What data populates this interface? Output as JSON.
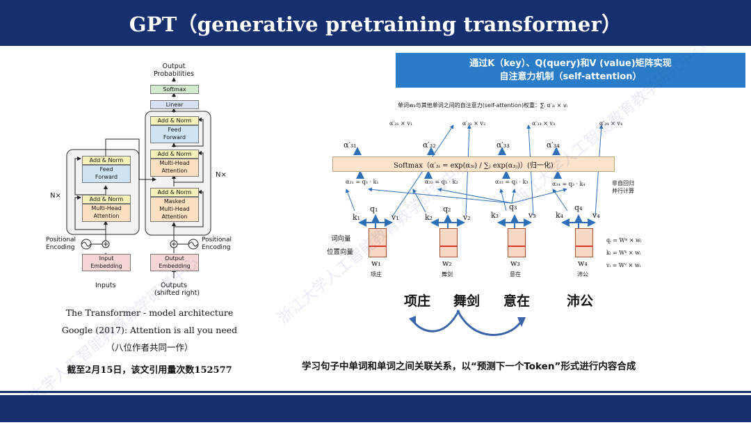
{
  "slide": {
    "title": "GPT（generative pretraining transformer）",
    "colors": {
      "header_bg": "#16306f",
      "banner_bg": "#2a7cc9",
      "softmax_bg": "#fbe3cc",
      "arrow_blue": "#2e6fb8"
    }
  },
  "transformer": {
    "output_probabilities": [
      "Output",
      "Probabilities"
    ],
    "softmax": "Softmax",
    "linear": "Linear",
    "add_norm": "Add & Norm",
    "feed_forward": [
      "Feed",
      "Forward"
    ],
    "multi_head_attention": [
      "Multi-Head",
      "Attention"
    ],
    "masked_multi_head_attention": [
      "Masked",
      "Multi-Head",
      "Attention"
    ],
    "nx": "N×",
    "positional_encoding": [
      "Positional",
      "Encoding"
    ],
    "input_embedding": [
      "Input",
      "Embedding"
    ],
    "output_embedding": [
      "Output",
      "Embedding"
    ],
    "inputs": "Inputs",
    "outputs": [
      "Outputs",
      "(shifted right)"
    ]
  },
  "captions": {
    "line1": "The Transformer - model architecture",
    "line2": "Google (2017): Attention is all you need",
    "line3": "（八位作者共同一作）",
    "line4": "截至2月15日，该文引用量次数152577"
  },
  "banner": {
    "line1": "通过K（key）、Q(query)和V (value)矩阵实现",
    "line2": "自注意力机制（self-attention）"
  },
  "attention": {
    "weight_note": "单词w₃与其他单词之间的自注意力(self-attention)权重：∑ᵢ α′₃ᵢ × vᵢ",
    "weighted": [
      "α′₃₁ × v₁",
      "α′₃₂ × v₂",
      "α′₃₃ × v₃",
      "α′₃₄ × v₄"
    ],
    "alphas_prime": [
      "α′₃₁",
      "α′₃₂",
      "α′₃₃",
      "α′₃₄"
    ],
    "softmax_formula": "Softmax（α′₃ᵢ = exp(α₃ᵢ) / ∑ⱼ exp(α₃ⱼ)）(归一化)",
    "scores": [
      "α₃₁ = q₃ · k₁",
      "α₃₂ = q₃ · k₂",
      "α₃₃ = q₃ · k₃",
      "α₃₄ = q₃ · k₄"
    ],
    "non_autoregressive": [
      "非自回归",
      "并行计算"
    ],
    "q": [
      "q₁",
      "q₂",
      "q₃",
      "q₄"
    ],
    "k": [
      "k₁",
      "k₂",
      "k₃",
      "k₄"
    ],
    "v": [
      "v₁",
      "v₂",
      "v₃",
      "v₄"
    ],
    "word_vector_label": "词向量",
    "position_vector_label": "位置向量",
    "w": [
      "w₁",
      "w₂",
      "w₃",
      "w₄"
    ],
    "tokens": [
      "项庄",
      "舞剑",
      "意在",
      "沛公"
    ],
    "formulas": [
      "qᵢ = Wᵠ × wᵢ",
      "kᵢ = Wᵏ × wᵢ",
      "vᵢ = Wᵛ × wᵢ"
    ]
  },
  "big_words": [
    "项庄",
    "舞剑",
    "意在",
    "沛公"
  ],
  "bottom_caption": "学习句子中单词和单词之间关联关系，以“预测下一个Token”形式进行内容合成",
  "watermark": "浙江大学人工智能教育教学研究中心"
}
